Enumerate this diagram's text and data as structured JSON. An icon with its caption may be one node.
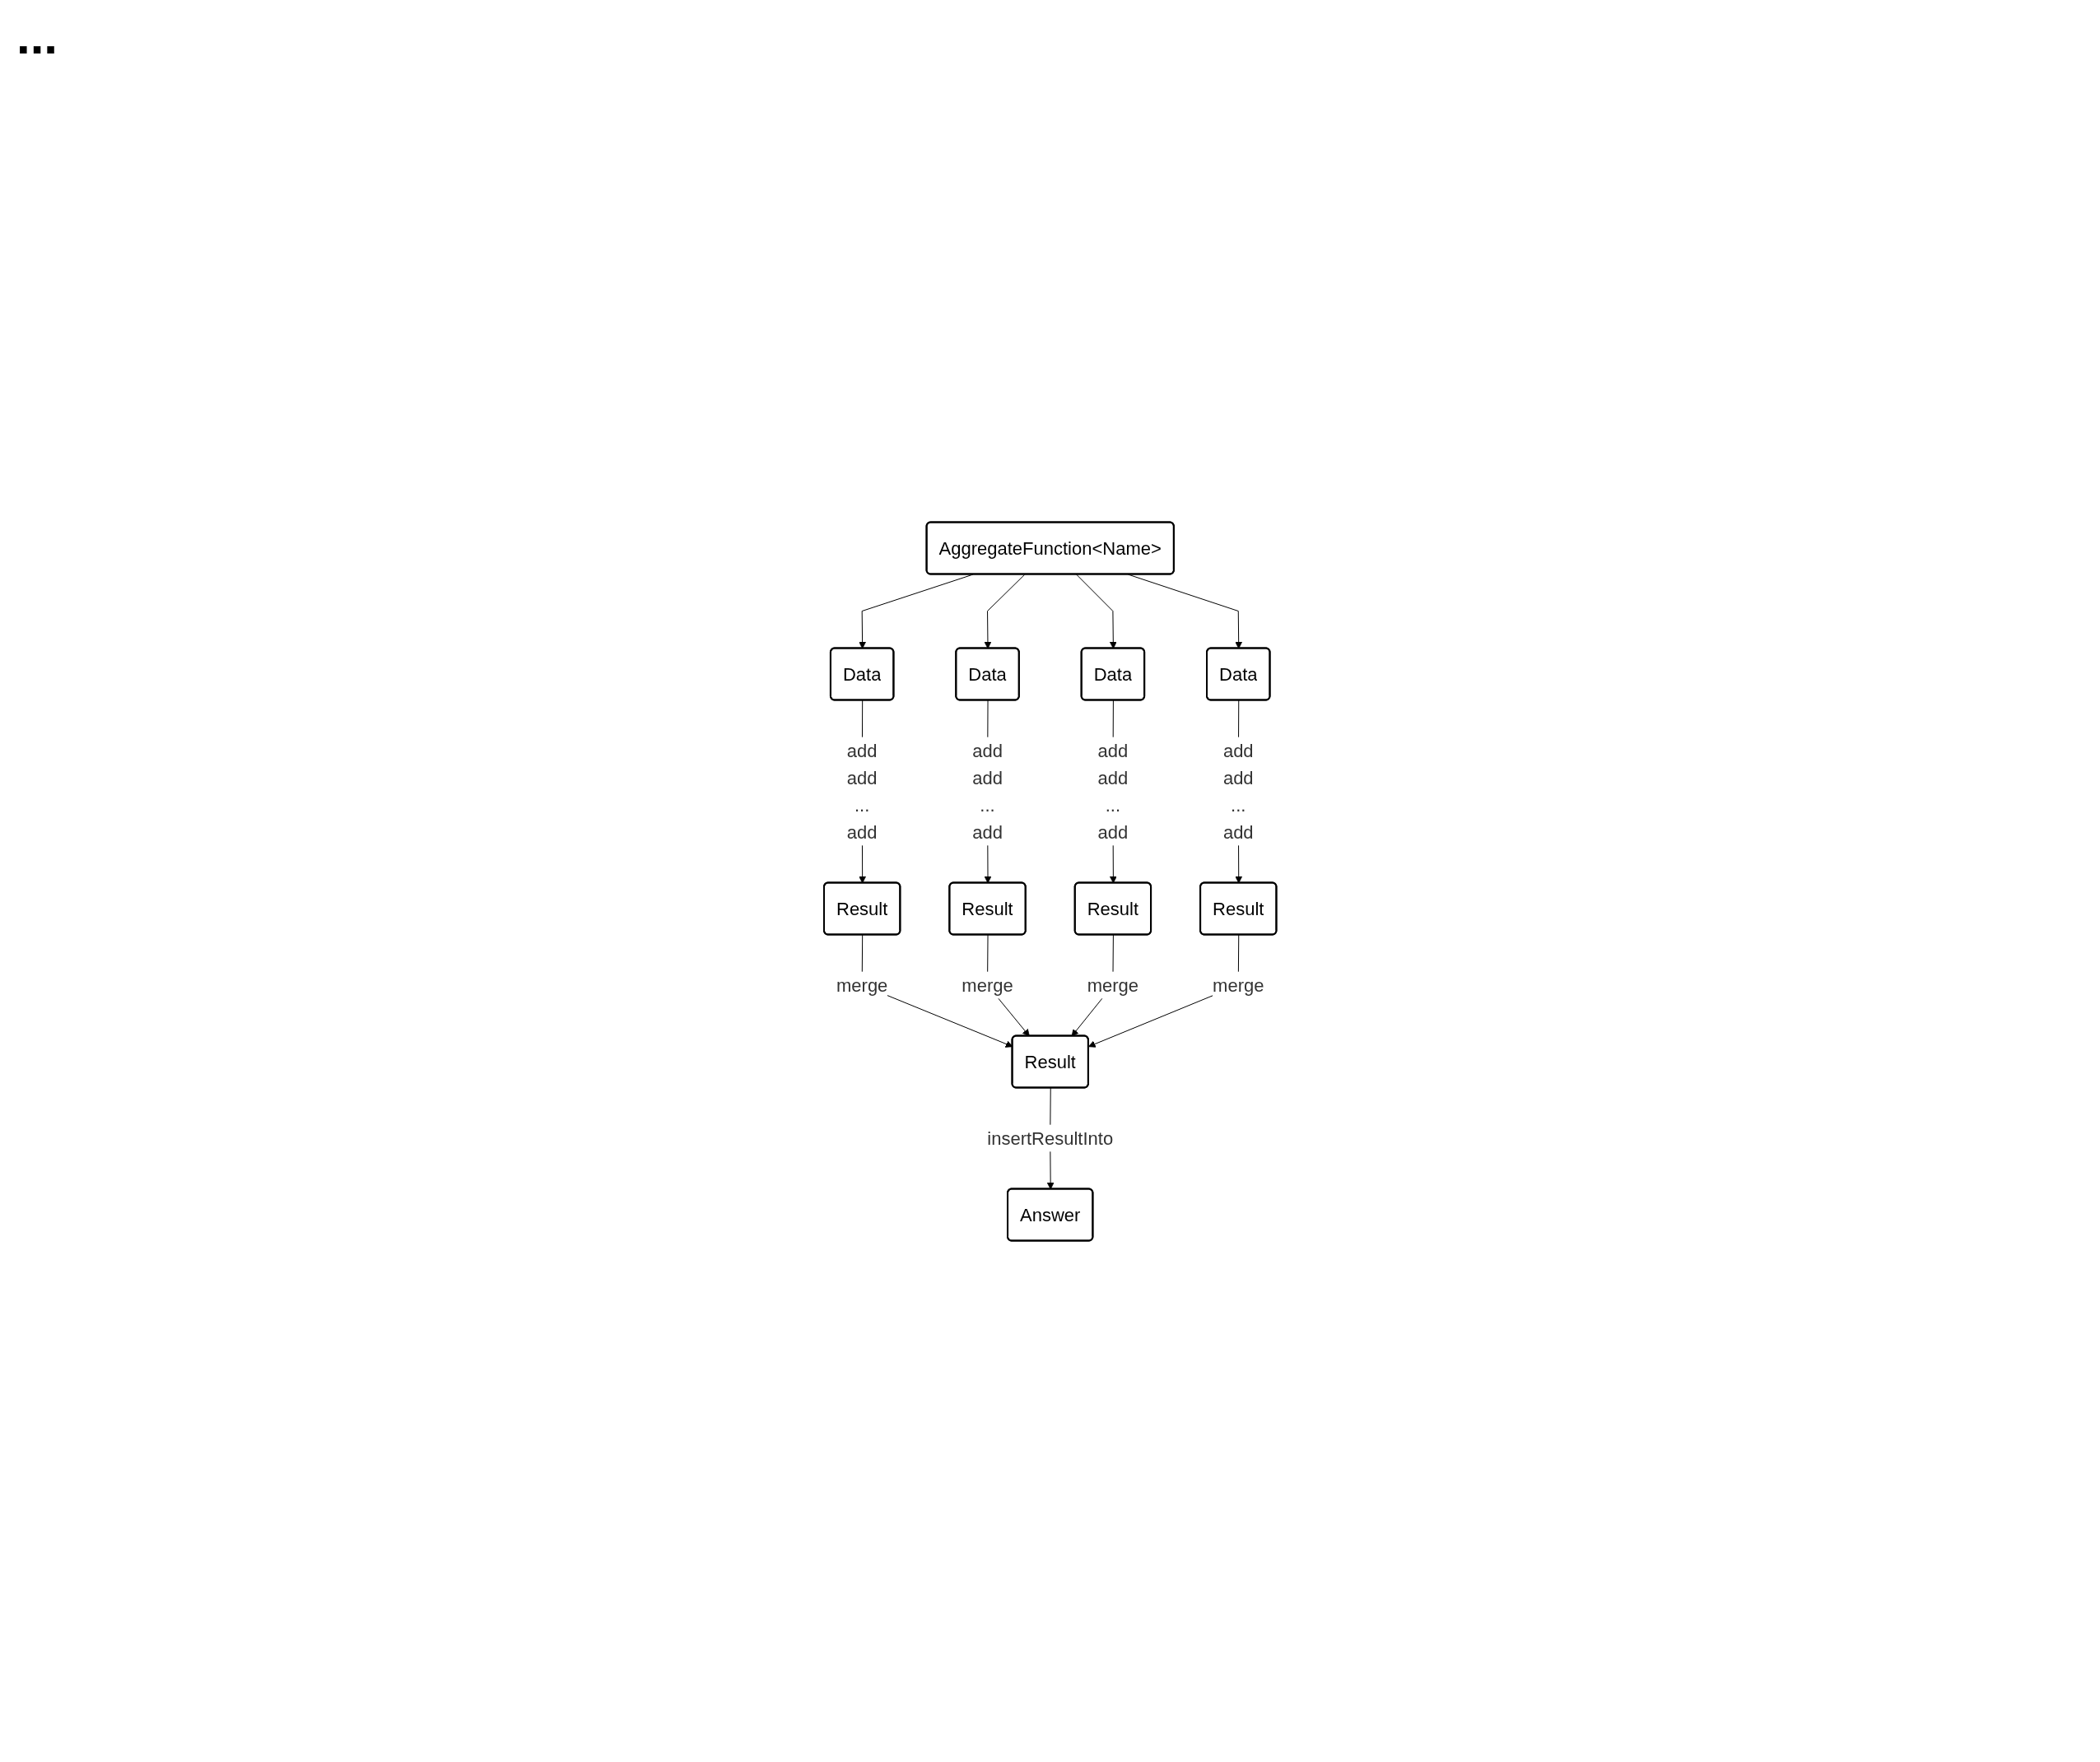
{
  "diagram": {
    "nodes": [
      {
        "text": [
          "AggregateFunction<Name>"
        ]
      },
      {
        "text": [
          "Data"
        ]
      },
      {
        "text": [
          "Data"
        ]
      },
      {
        "text": [
          "Data"
        ]
      },
      {
        "text": [
          "Data"
        ]
      },
      {
        "text": [
          "Result"
        ]
      },
      {
        "text": [
          "Result"
        ]
      },
      {
        "text": [
          "Result"
        ]
      },
      {
        "text": [
          "Result"
        ]
      },
      {
        "text": [
          "Result"
        ]
      },
      {
        "text": [
          "Answer"
        ]
      }
    ],
    "edges": [
      {
        "from": 0,
        "to": 1,
        "arrow": "to"
      },
      {
        "from": 0,
        "to": 2,
        "arrow": "to"
      },
      {
        "from": 0,
        "to": 3,
        "arrow": "to"
      },
      {
        "from": 0,
        "to": 4,
        "arrow": "to"
      },
      {
        "from": 1,
        "to": 5,
        "arrow": "to",
        "label": "add add ... add"
      },
      {
        "from": 2,
        "to": 6,
        "arrow": "to",
        "label": "add add ... add"
      },
      {
        "from": 3,
        "to": 7,
        "arrow": "to",
        "label": "add add ... add"
      },
      {
        "from": 4,
        "to": 8,
        "arrow": "to",
        "label": "add add ... add"
      },
      {
        "from": 5,
        "to": 9,
        "arrow": "to",
        "label": "merge"
      },
      {
        "from": 6,
        "to": 9,
        "arrow": "to",
        "label": "merge"
      },
      {
        "from": 7,
        "to": 9,
        "arrow": "to",
        "label": "merge"
      },
      {
        "from": 8,
        "to": 9,
        "arrow": "to",
        "label": "merge"
      },
      {
        "from": 9,
        "to": 10,
        "arrow": "to",
        "label": "insertResultInto"
      }
    ],
    "labels": [
      "..."
    ]
  }
}
